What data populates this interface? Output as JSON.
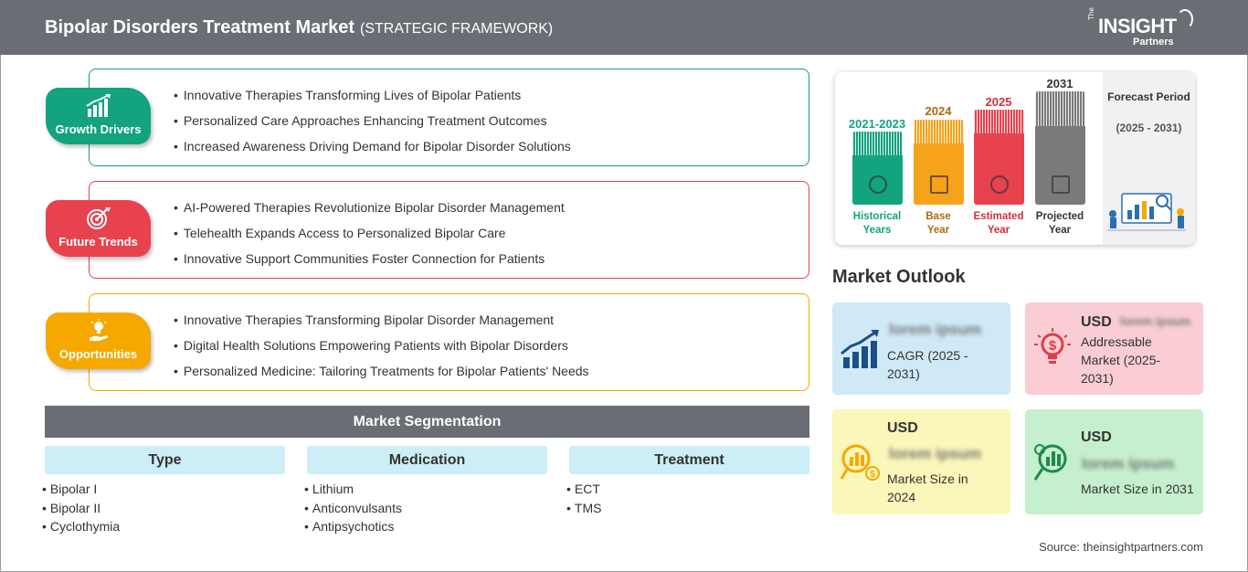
{
  "header": {
    "title": "Bipolar Disorders Treatment Market",
    "subtitle": "(STRATEGIC FRAMEWORK)"
  },
  "logo": {
    "the": "The",
    "insight": "INSIGHT",
    "partners": "Partners"
  },
  "strategy": {
    "drivers": {
      "label": "Growth Drivers",
      "color": "#13a37f",
      "items": [
        "Innovative Therapies Transforming Lives of Bipolar Patients",
        "Personalized Care Approaches Enhancing Treatment Outcomes",
        "Increased Awareness Driving Demand for Bipolar Disorder Solutions"
      ]
    },
    "trends": {
      "label": "Future Trends",
      "color": "#e8424f",
      "items": [
        "AI-Powered Therapies Revolutionize Bipolar Disorder Management",
        "Telehealth Expands Access to Personalized Bipolar Care",
        "Innovative Support Communities Foster Connection for Patients"
      ]
    },
    "opportunities": {
      "label": "Opportunities",
      "color": "#f5a800",
      "items": [
        "Innovative Therapies Transforming Bipolar Disorder Management",
        "Digital Health Solutions Empowering Patients with Bipolar Disorders",
        "Personalized Medicine: Tailoring Treatments for Bipolar Patients' Needs"
      ]
    }
  },
  "segmentation": {
    "title": "Market Segmentation",
    "columns": [
      {
        "head": "Type",
        "items": [
          "Bipolar I",
          "Bipolar II",
          "Cyclothymia"
        ]
      },
      {
        "head": "Medication",
        "items": [
          "Lithium",
          "Anticonvulsants",
          "Antipsychotics"
        ]
      },
      {
        "head": "Treatment",
        "items": [
          "ECT",
          "TMS"
        ]
      }
    ]
  },
  "timeline": {
    "bars": [
      {
        "year": "2021-2023",
        "caption1": "Historical",
        "caption2": "Years",
        "color": "#13a37f"
      },
      {
        "year": "2024",
        "caption1": "Base",
        "caption2": "Year",
        "color": "#a86a10"
      },
      {
        "year": "2025",
        "caption1": "Estimated",
        "caption2": "Year",
        "color": "#d0303d"
      },
      {
        "year": "2031",
        "caption1": "Projected",
        "caption2": "Year",
        "color": "#333333"
      }
    ],
    "forecast_title": "Forecast Period",
    "forecast_range": "(2025 - 2031)"
  },
  "outlook": {
    "title": "Market Outlook",
    "cagr": {
      "blurred": "lorem ipsum",
      "text": "CAGR (2025 - 2031)"
    },
    "addressable": {
      "usd": "USD",
      "blurred": "lorem ipsum",
      "text": "Addressable Market (2025-2031)"
    },
    "size2024": {
      "usd": "USD",
      "blurred": "lorem ipsum",
      "text": "Market Size in 2024"
    },
    "size2031": {
      "usd": "USD",
      "blurred": "lorem ipsum",
      "text": "Market Size in 2031"
    }
  },
  "source": "Source: theinsightpartners.com"
}
